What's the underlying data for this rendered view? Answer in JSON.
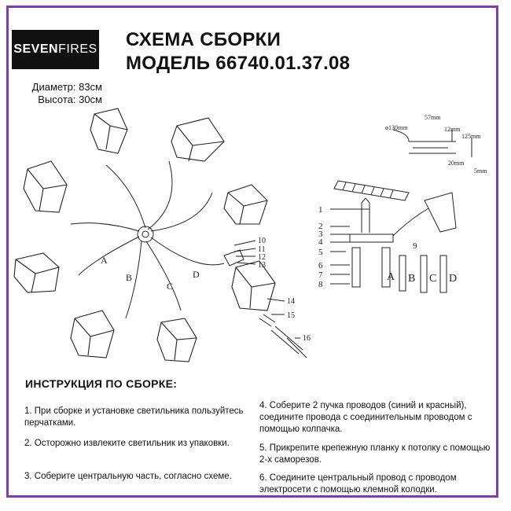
{
  "brand": {
    "bold": "SEVEN",
    "light": "FIRES"
  },
  "title": {
    "line1": "СХЕМА СБОРКИ",
    "line2": "МОДЕЛЬ 66740.01.37.08"
  },
  "dimensions": {
    "diameter": "Диаметр: 83см",
    "height": "Высота: 30см"
  },
  "instructions": {
    "heading": "ИНСТРУКЦИЯ ПО СБОРКЕ:",
    "steps": [
      "1. При сборке и установке светильника пользуйтесь перчатками.",
      "2. Осторожно извлеките светильник из упаковки.",
      "3. Соберите центральную часть, согласно схеме.",
      "4. Соберите 2 пучка проводов (синий и красный), соедините провода с соединительным проводом с помощью колпачка.",
      "5. Прикрепите крепежную планку к потолку с помощью 2-х саморезов.",
      "6. Соедините центральный провод с проводом электросети с помощью клемной колодки."
    ]
  },
  "diagram": {
    "arm_labels": [
      "A",
      "B",
      "C",
      "D"
    ],
    "part_numbers_main": [
      "10",
      "11",
      "12",
      "13",
      "14",
      "15",
      "16"
    ],
    "part_numbers_side": [
      "1",
      "2",
      "3",
      "4",
      "5",
      "6",
      "7",
      "8",
      "9"
    ],
    "rod_labels": [
      "A",
      "B",
      "C",
      "D"
    ],
    "detail_dims": [
      "ø130mm",
      "57mm",
      "12mm",
      "125mm",
      "20mm",
      "5mm"
    ]
  },
  "colors": {
    "frame": "#7b3fa8",
    "logo_bg": "#111111",
    "line": "#222222"
  }
}
